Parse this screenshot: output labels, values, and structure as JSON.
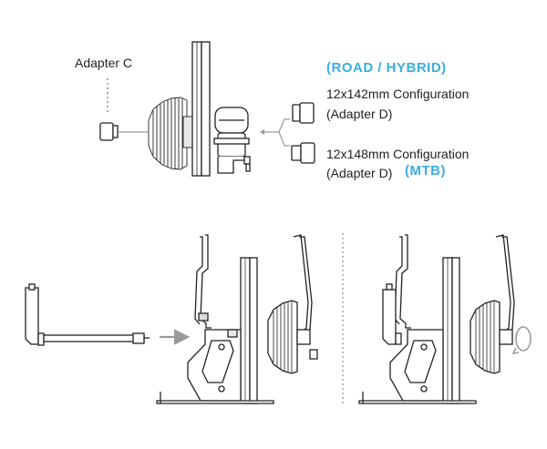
{
  "labels": {
    "adapter_c": "Adapter C",
    "road_hybrid": "(ROAD / HYBRID)",
    "config_142": "12x142mm Configuration",
    "adapter_d_1": "(Adapter D)",
    "config_148": "12x148mm Configuration",
    "adapter_d_2": "(Adapter D)",
    "mtb": "(MTB)"
  },
  "colors": {
    "accent": "#3aaee0",
    "line": "#222222",
    "arrow": "#9a9a9a"
  },
  "icons": {
    "rotate": "rotate-arrow-icon",
    "insert": "insert-arrow-icon"
  }
}
